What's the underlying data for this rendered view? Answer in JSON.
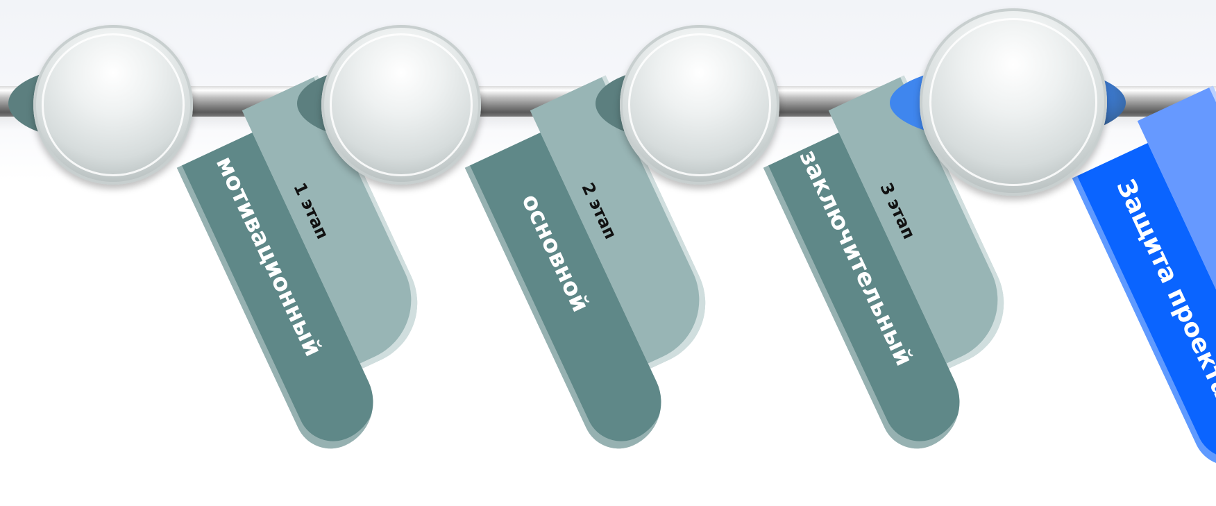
{
  "stages": [
    {
      "stage_label": "1 этап",
      "title": "мотивационный",
      "active": false
    },
    {
      "stage_label": "2 этап",
      "title": "основной",
      "active": false
    },
    {
      "stage_label": "3 этап",
      "title": "заключительный",
      "active": false
    },
    {
      "stage_label": "",
      "title": "Защита проекта",
      "active": true
    }
  ],
  "colors": {
    "inactive_back": "#98b5b5",
    "inactive_front": "#5f8888",
    "inactive_clip": "#5c7f7f",
    "active_back": "#6699ff",
    "active_front": "#0a64ff",
    "active_clip": "#3f86ee",
    "label_text": "#111111",
    "title_text": "#ffffff"
  }
}
